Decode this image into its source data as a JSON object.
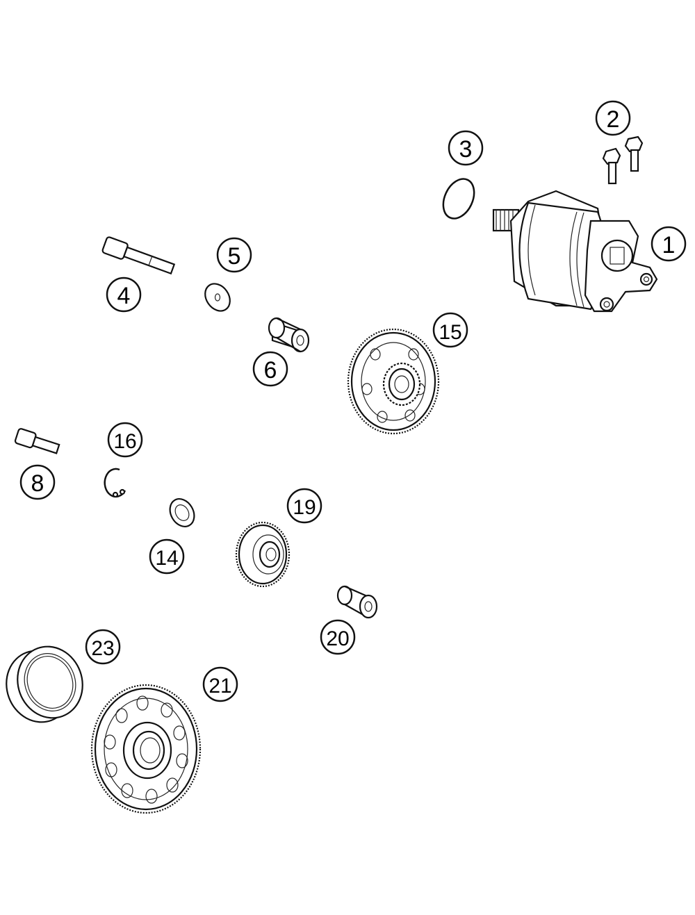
{
  "callouts": {
    "c1": "1",
    "c2": "2",
    "c3": "3",
    "c4": "4",
    "c5": "5",
    "c6": "6",
    "c8": "8",
    "c14": "14",
    "c15": "15",
    "c16": "16",
    "c19": "19",
    "c20": "20",
    "c21": "21",
    "c23": "23"
  }
}
